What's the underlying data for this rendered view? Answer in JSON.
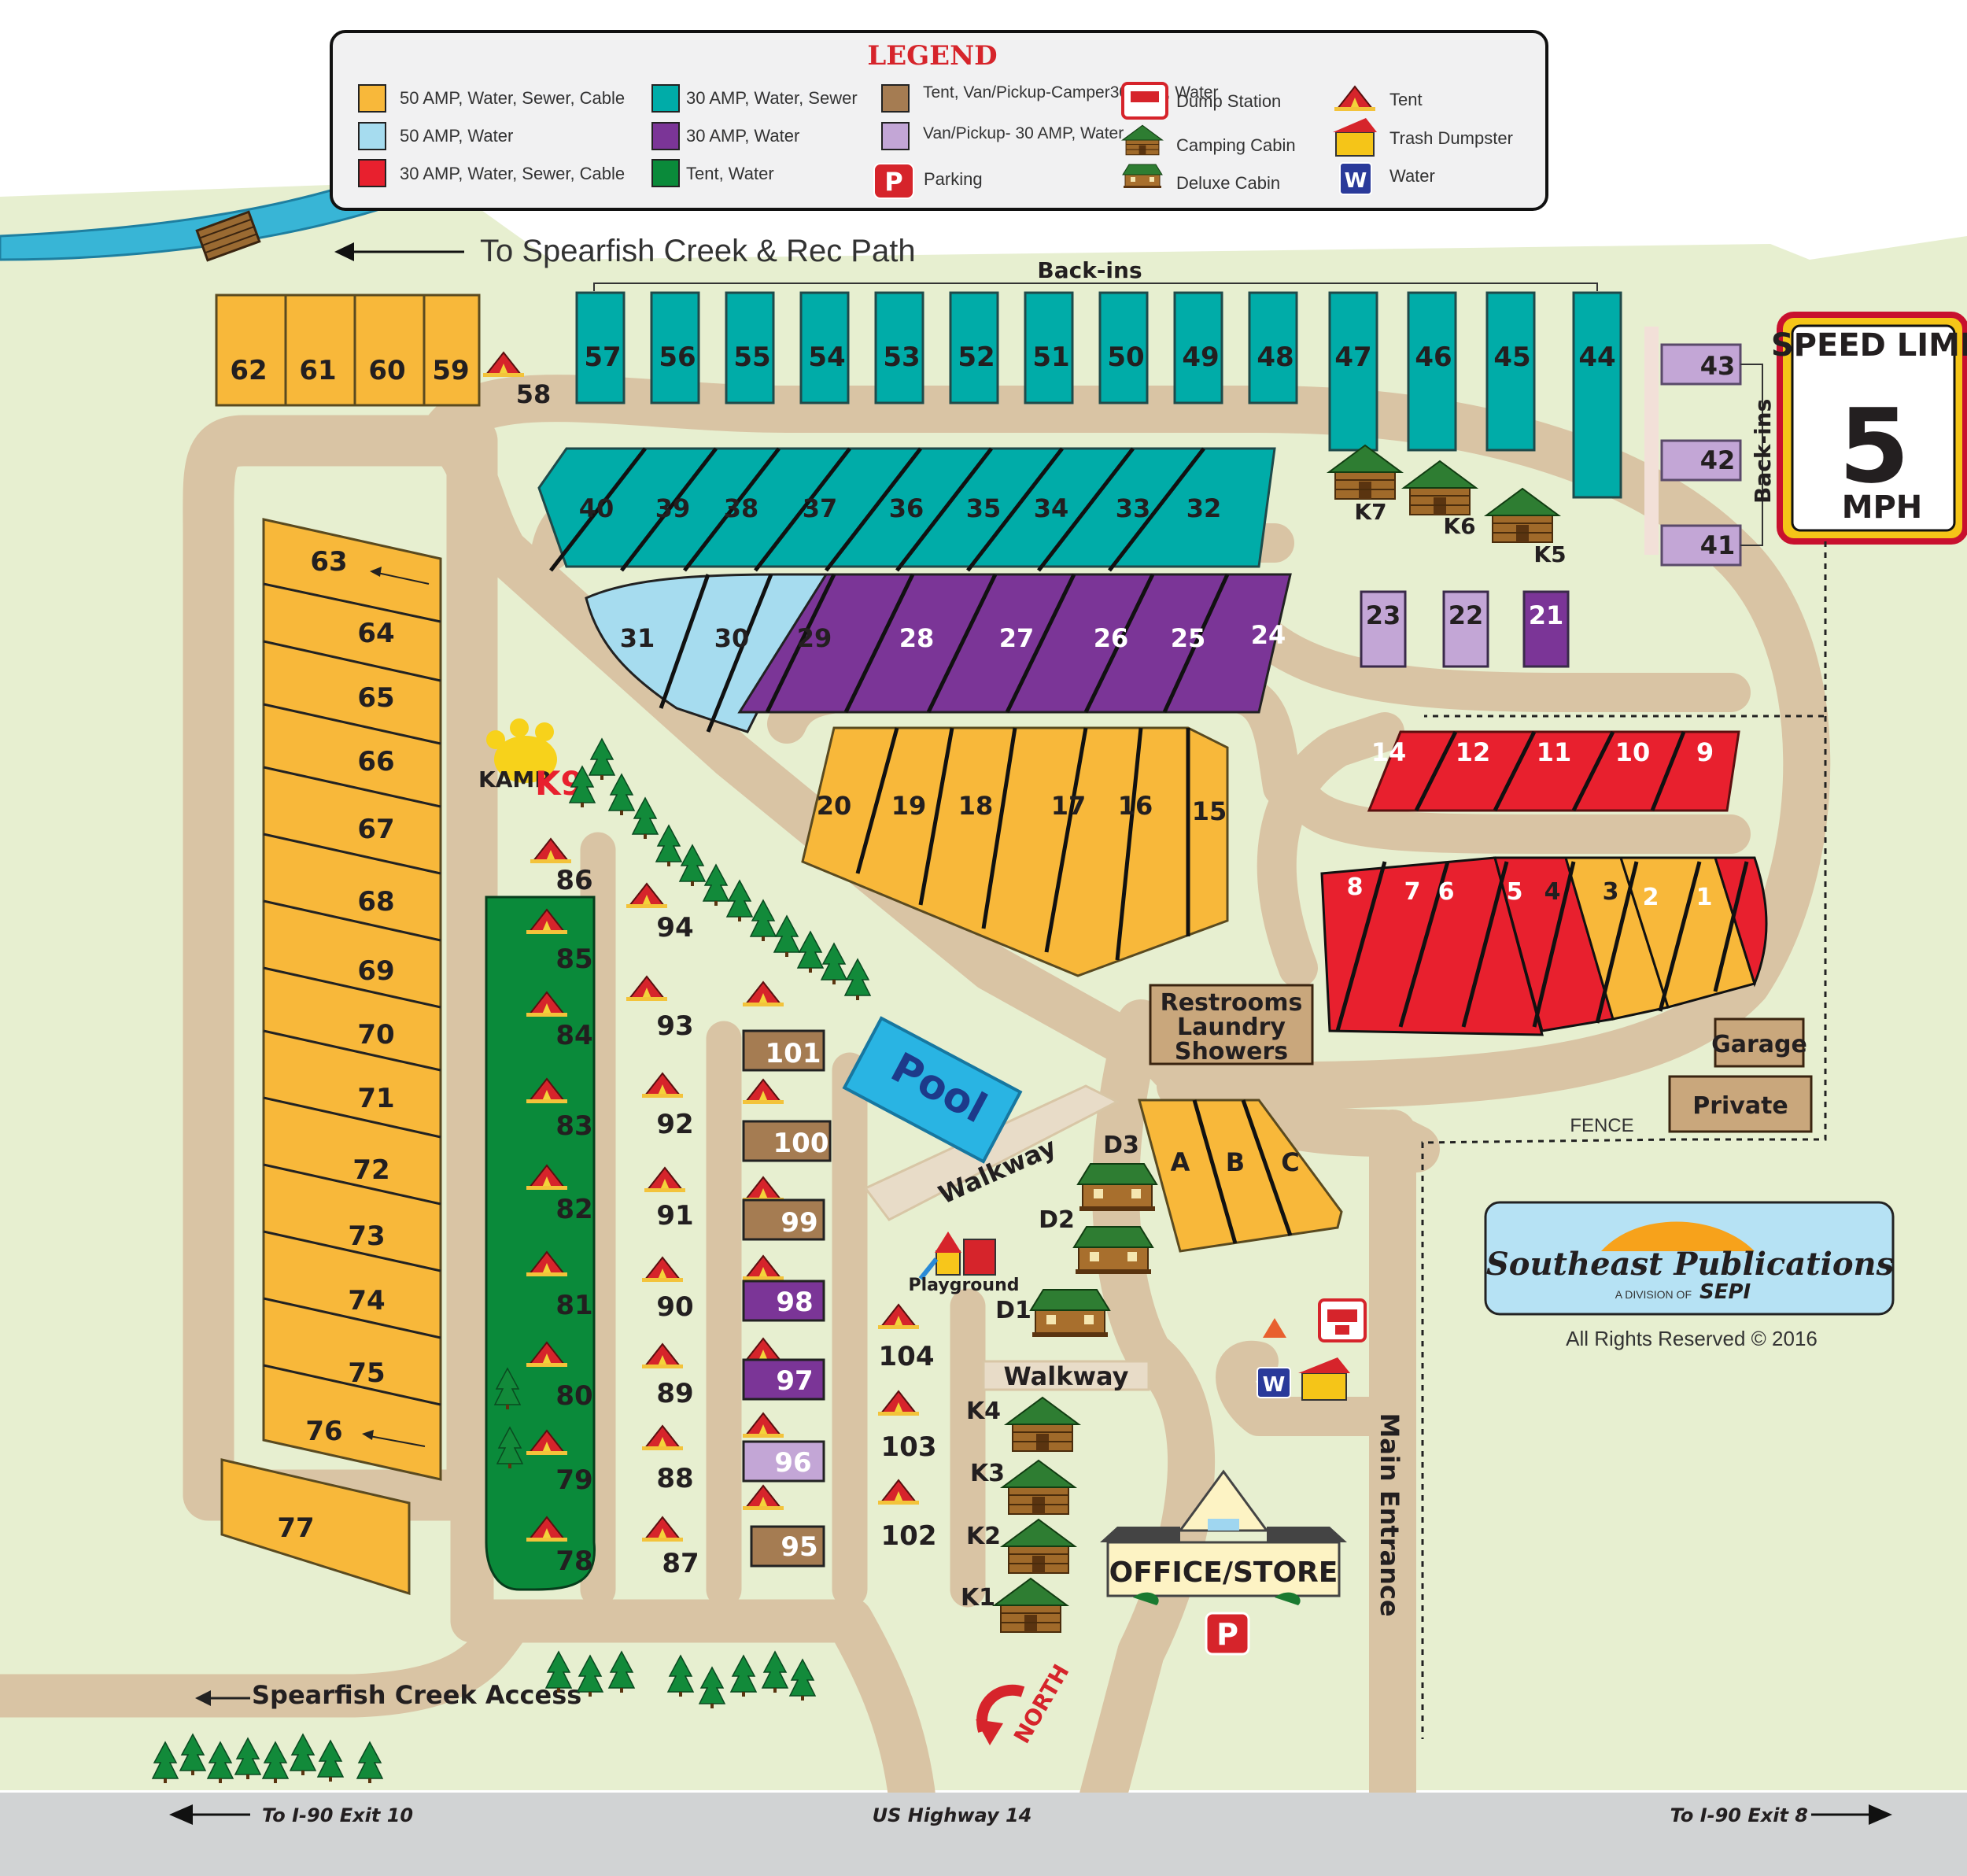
{
  "legend": {
    "title": "LEGEND",
    "items": [
      {
        "label": "50 AMP, Water, Sewer, Cable",
        "color": "#f8b83a"
      },
      {
        "label": "50 AMP, Water",
        "color": "#a6dcef"
      },
      {
        "label": "30 AMP, Water, Sewer, Cable",
        "color": "#e8202e"
      },
      {
        "label": "30 AMP, Water, Sewer",
        "color": "#00aca8"
      },
      {
        "label": "30 AMP, Water",
        "color": "#7b3597"
      },
      {
        "label": "Tent, Water",
        "color": "#0a8a3a"
      },
      {
        "label": "Tent, Van/Pickup-Camper30 AMP, Water",
        "color": "#a57c52"
      },
      {
        "label": "Van/Pickup- 30 AMP, Water",
        "color": "#c3a6d6"
      },
      {
        "label": "Parking",
        "icon": "parking-icon"
      },
      {
        "label": "Dump Station",
        "icon": "dump-station-icon"
      },
      {
        "label": "Camping Cabin",
        "icon": "cabin-icon"
      },
      {
        "label": "Deluxe Cabin",
        "icon": "deluxe-cabin-icon"
      },
      {
        "label": "Tent",
        "icon": "tent-icon"
      },
      {
        "label": "Trash Dumpster",
        "icon": "dumpster-icon"
      },
      {
        "label": "Water",
        "icon": "water-icon"
      }
    ]
  },
  "labels": {
    "creek_path": "To Spearfish Creek & Rec Path",
    "backins_top": "Back-ins",
    "backins_side": "Back-ins",
    "speed_title": "SPEED LIMIT",
    "speed_value": "5",
    "speed_unit": "MPH",
    "kampk9_a": "KAMP",
    "kampk9_b": "K9",
    "pool": "Pool",
    "walkway1": "Walkway",
    "walkway2": "Walkway",
    "playground": "Playground",
    "restrooms1": "Restrooms",
    "restrooms2": "Laundry",
    "restrooms3": "Showers",
    "garage": "Garage",
    "private": "Private",
    "fence": "FENCE",
    "office": "OFFICE/STORE",
    "main_entrance": "Main Entrance",
    "north": "NORTH",
    "creek_access": "Spearfish Creek Access",
    "highway": "US Highway 14",
    "exit10": "To I-90 Exit 10",
    "exit8": "To I-90 Exit 8",
    "publisher": "Southeast Publications",
    "publisher_sub": "A DIVISION OF",
    "publisher_brand": "SEPI",
    "copyright": "All Rights Reserved © 2016"
  },
  "site_labels": {
    "s1": "1",
    "s2": "2",
    "s3": "3",
    "s4": "4",
    "s5": "5",
    "s6": "6",
    "s7": "7",
    "s8": "8",
    "s9": "9",
    "s10": "10",
    "s11": "11",
    "s12": "12",
    "s14": "14",
    "s15": "15",
    "s16": "16",
    "s17": "17",
    "s18": "18",
    "s19": "19",
    "s20": "20",
    "s21": "21",
    "s22": "22",
    "s23": "23",
    "s24": "24",
    "s25": "25",
    "s26": "26",
    "s27": "27",
    "s28": "28",
    "s29": "29",
    "s30": "30",
    "s31": "31",
    "s32": "32",
    "s33": "33",
    "s34": "34",
    "s35": "35",
    "s36": "36",
    "s37": "37",
    "s38": "38",
    "s39": "39",
    "s40": "40",
    "s41": "41",
    "s42": "42",
    "s43": "43",
    "s44": "44",
    "s45": "45",
    "s46": "46",
    "s47": "47",
    "s48": "48",
    "s49": "49",
    "s50": "50",
    "s51": "51",
    "s52": "52",
    "s53": "53",
    "s54": "54",
    "s55": "55",
    "s56": "56",
    "s57": "57",
    "s58": "58",
    "s59": "59",
    "s60": "60",
    "s61": "61",
    "s62": "62",
    "s63": "63",
    "s64": "64",
    "s65": "65",
    "s66": "66",
    "s67": "67",
    "s68": "68",
    "s69": "69",
    "s70": "70",
    "s71": "71",
    "s72": "72",
    "s73": "73",
    "s74": "74",
    "s75": "75",
    "s76": "76",
    "s77": "77",
    "s78": "78",
    "s79": "79",
    "s80": "80",
    "s81": "81",
    "s82": "82",
    "s83": "83",
    "s84": "84",
    "s85": "85",
    "s86": "86",
    "s87": "87",
    "s88": "88",
    "s89": "89",
    "s90": "90",
    "s91": "91",
    "s92": "92",
    "s93": "93",
    "s94": "94",
    "s95": "95",
    "s96": "96",
    "s97": "97",
    "s98": "98",
    "s99": "99",
    "s100": "100",
    "s101": "101",
    "s102": "102",
    "s103": "103",
    "s104": "104",
    "sA": "A",
    "sB": "B",
    "sC": "C",
    "K1": "K1",
    "K2": "K2",
    "K3": "K3",
    "K4": "K4",
    "K5": "K5",
    "K6": "K6",
    "K7": "K7",
    "D1": "D1",
    "D2": "D2",
    "D3": "D3"
  }
}
